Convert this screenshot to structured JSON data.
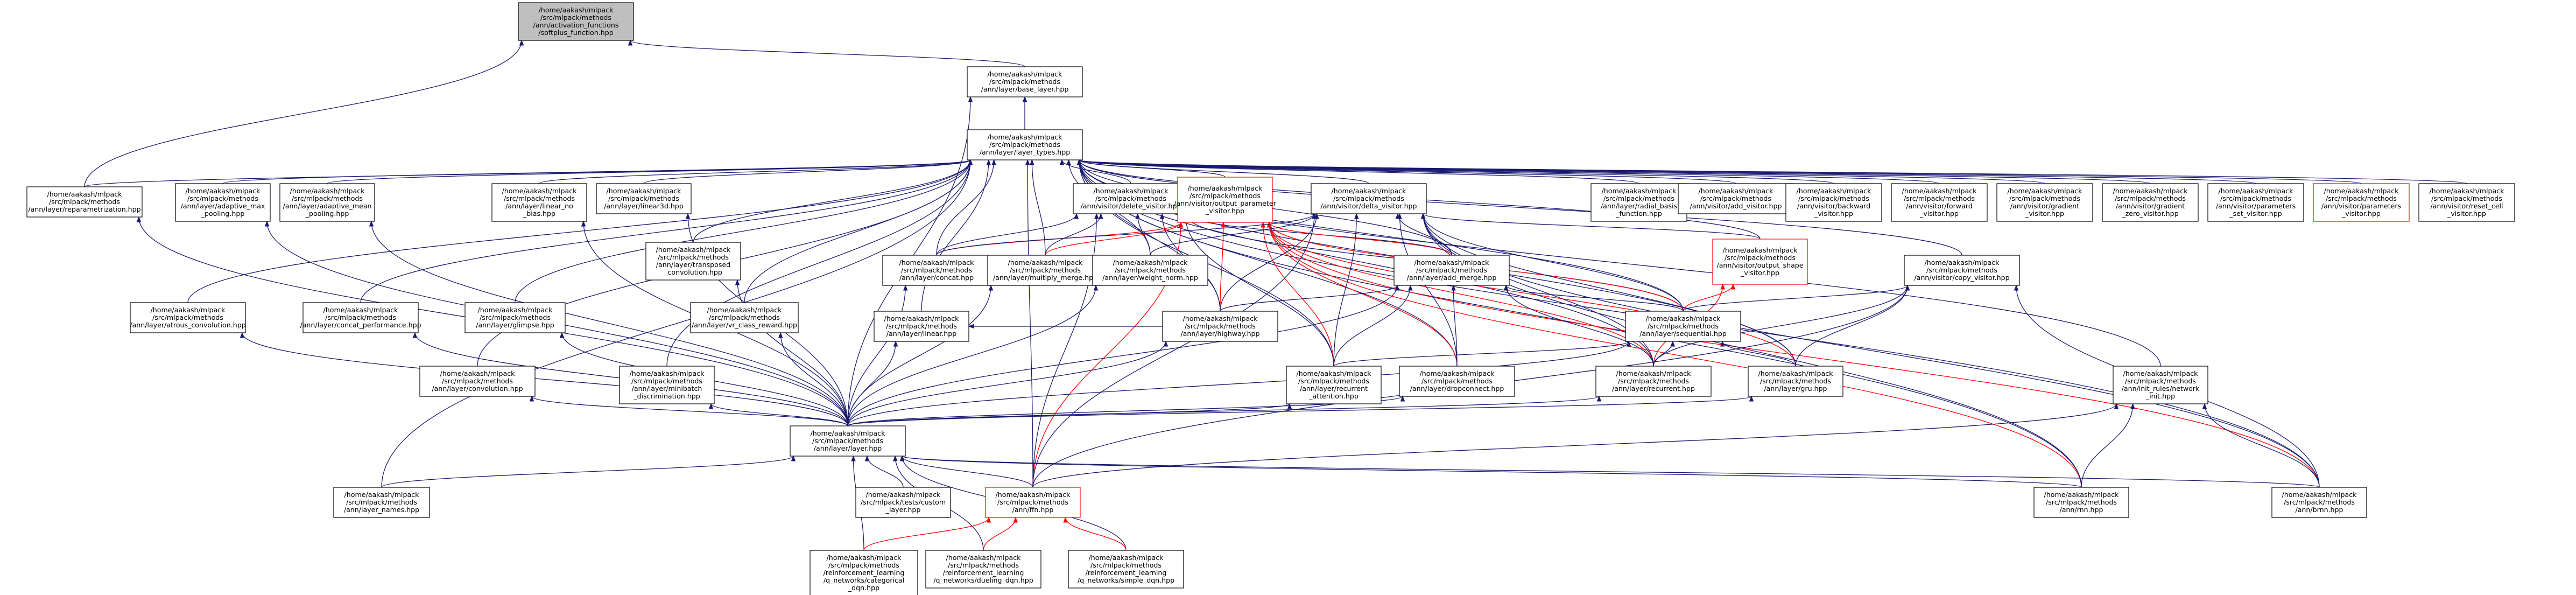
{
  "diagram": {
    "title": "",
    "nodes": [
      {
        "id": "root",
        "lines": [
          "/home/aakash/mlpack",
          "/src/mlpack/methods",
          "/ann/activation_functions",
          "/softplus_function.hpp"
        ],
        "style": "root"
      },
      {
        "id": "base_layer",
        "lines": [
          "/home/aakash/mlpack",
          "/src/mlpack/methods",
          "/ann/layer/base_layer.hpp"
        ]
      },
      {
        "id": "layer_types",
        "lines": [
          "/home/aakash/mlpack",
          "/src/mlpack/methods",
          "/ann/layer/layer_types.hpp"
        ]
      },
      {
        "id": "reparametrization",
        "lines": [
          "/home/aakash/mlpack",
          "/src/mlpack/methods",
          "/ann/layer/reparametrization.hpp"
        ]
      },
      {
        "id": "adaptive_max",
        "lines": [
          "/home/aakash/mlpack",
          "/src/mlpack/methods",
          "/ann/layer/adaptive_max",
          "_pooling.hpp"
        ]
      },
      {
        "id": "adaptive_mean",
        "lines": [
          "/home/aakash/mlpack",
          "/src/mlpack/methods",
          "/ann/layer/adaptive_mean",
          "_pooling.hpp"
        ]
      },
      {
        "id": "linear_no_bias",
        "lines": [
          "/home/aakash/mlpack",
          "/src/mlpack/methods",
          "/ann/layer/linear_no",
          "_bias.hpp"
        ]
      },
      {
        "id": "linear3d",
        "lines": [
          "/home/aakash/mlpack",
          "/src/mlpack/methods",
          "/ann/layer/linear3d.hpp"
        ]
      },
      {
        "id": "delete_visitor",
        "lines": [
          "/home/aakash/mlpack",
          "/src/mlpack/methods",
          "/ann/visitor/delete_visitor.hpp"
        ]
      },
      {
        "id": "output_parameter",
        "lines": [
          "/home/aakash/mlpack",
          "/src/mlpack/methods",
          "/ann/visitor/output_parameter",
          "_visitor.hpp"
        ],
        "style": "red"
      },
      {
        "id": "delta_visitor",
        "lines": [
          "/home/aakash/mlpack",
          "/src/mlpack/methods",
          "/ann/visitor/delta_visitor.hpp"
        ]
      },
      {
        "id": "radial_basis",
        "lines": [
          "/home/aakash/mlpack",
          "/src/mlpack/methods",
          "/ann/layer/radial_basis",
          "_function.hpp"
        ]
      },
      {
        "id": "add_visitor",
        "lines": [
          "/home/aakash/mlpack",
          "/src/mlpack/methods",
          "/ann/visitor/add_visitor.hpp"
        ]
      },
      {
        "id": "backward_visitor",
        "lines": [
          "/home/aakash/mlpack",
          "/src/mlpack/methods",
          "/ann/visitor/backward",
          "_visitor.hpp"
        ]
      },
      {
        "id": "forward_visitor",
        "lines": [
          "/home/aakash/mlpack",
          "/src/mlpack/methods",
          "/ann/visitor/forward",
          "_visitor.hpp"
        ]
      },
      {
        "id": "gradient_visitor",
        "lines": [
          "/home/aakash/mlpack",
          "/src/mlpack/methods",
          "/ann/visitor/gradient",
          "_visitor.hpp"
        ]
      },
      {
        "id": "gradient_zero",
        "lines": [
          "/home/aakash/mlpack",
          "/src/mlpack/methods",
          "/ann/visitor/gradient",
          "_zero_visitor.hpp"
        ]
      },
      {
        "id": "parameters_set",
        "lines": [
          "/home/aakash/mlpack",
          "/src/mlpack/methods",
          "/ann/visitor/parameters",
          "_set_visitor.hpp"
        ]
      },
      {
        "id": "parameters_visitor",
        "lines": [
          "/home/aakash/mlpack",
          "/src/mlpack/methods",
          "/ann/visitor/parameters",
          "_visitor.hpp"
        ],
        "style": "red"
      },
      {
        "id": "reset_cell",
        "lines": [
          "/home/aakash/mlpack",
          "/src/mlpack/methods",
          "/ann/visitor/reset_cell",
          "_visitor.hpp"
        ]
      },
      {
        "id": "transposed_conv",
        "lines": [
          "/home/aakash/mlpack",
          "/src/mlpack/methods",
          "/ann/layer/transposed",
          "_convolution.hpp"
        ]
      },
      {
        "id": "concat",
        "lines": [
          "/home/aakash/mlpack",
          "/src/mlpack/methods",
          "/ann/layer/concat.hpp"
        ]
      },
      {
        "id": "multiply_merge",
        "lines": [
          "/home/aakash/mlpack",
          "/src/mlpack/methods",
          "/ann/layer/multiply_merge.hpp"
        ]
      },
      {
        "id": "add_merge",
        "lines": [
          "/home/aakash/mlpack",
          "/src/mlpack/methods",
          "/ann/layer/add_merge.hpp"
        ]
      },
      {
        "id": "output_shape",
        "lines": [
          "/home/aakash/mlpack",
          "/src/mlpack/methods",
          "/ann/visitor/output_shape",
          "_visitor.hpp"
        ],
        "style": "red"
      },
      {
        "id": "copy_visitor",
        "lines": [
          "/home/aakash/mlpack",
          "/src/mlpack/methods",
          "/ann/visitor/copy_visitor.hpp"
        ]
      },
      {
        "id": "weight_norm",
        "lines": [
          "/home/aakash/mlpack",
          "/src/mlpack/methods",
          "/ann/layer/weight_norm.hpp"
        ]
      },
      {
        "id": "atrous",
        "lines": [
          "/home/aakash/mlpack",
          "/src/mlpack/methods",
          "/ann/layer/atrous_convolution.hpp"
        ]
      },
      {
        "id": "concat_performance",
        "lines": [
          "/home/aakash/mlpack",
          "/src/mlpack/methods",
          "/ann/layer/concat_performance.hpp"
        ]
      },
      {
        "id": "glimpse",
        "lines": [
          "/home/aakash/mlpack",
          "/src/mlpack/methods",
          "/ann/layer/glimpse.hpp"
        ]
      },
      {
        "id": "vr_class_reward",
        "lines": [
          "/home/aakash/mlpack",
          "/src/mlpack/methods",
          "/ann/layer/vr_class_reward.hpp"
        ]
      },
      {
        "id": "linear",
        "lines": [
          "/home/aakash/mlpack",
          "/src/mlpack/methods",
          "/ann/layer/linear.hpp"
        ]
      },
      {
        "id": "highway",
        "lines": [
          "/home/aakash/mlpack",
          "/src/mlpack/methods",
          "/ann/layer/highway.hpp"
        ]
      },
      {
        "id": "sequential",
        "lines": [
          "/home/aakash/mlpack",
          "/src/mlpack/methods",
          "/ann/layer/sequential.hpp"
        ]
      },
      {
        "id": "convolution",
        "lines": [
          "/home/aakash/mlpack",
          "/src/mlpack/methods",
          "/ann/layer/convolution.hpp"
        ]
      },
      {
        "id": "minibatch",
        "lines": [
          "/home/aakash/mlpack",
          "/src/mlpack/methods",
          "/ann/layer/minibatch",
          "_discrimination.hpp"
        ]
      },
      {
        "id": "recurrent_attention",
        "lines": [
          "/home/aakash/mlpack",
          "/src/mlpack/methods",
          "/ann/layer/recurrent",
          "_attention.hpp"
        ]
      },
      {
        "id": "dropconnect",
        "lines": [
          "/home/aakash/mlpack",
          "/src/mlpack/methods",
          "/ann/layer/dropconnect.hpp"
        ]
      },
      {
        "id": "recurrent",
        "lines": [
          "/home/aakash/mlpack",
          "/src/mlpack/methods",
          "/ann/layer/recurrent.hpp"
        ]
      },
      {
        "id": "gru",
        "lines": [
          "/home/aakash/mlpack",
          "/src/mlpack/methods",
          "/ann/layer/gru.hpp"
        ]
      },
      {
        "id": "layer",
        "lines": [
          "/home/aakash/mlpack",
          "/src/mlpack/methods",
          "/ann/layer/layer.hpp"
        ]
      },
      {
        "id": "init_rules",
        "lines": [
          "/home/aakash/mlpack",
          "/src/mlpack/methods",
          "/ann/init_rules/network",
          "_init.hpp"
        ]
      },
      {
        "id": "layer_names",
        "lines": [
          "/home/aakash/mlpack",
          "/src/mlpack/methods",
          "/ann/layer_names.hpp"
        ]
      },
      {
        "id": "custom_layer",
        "lines": [
          "/home/aakash/mlpack",
          "/src/mlpack/tests/custom",
          "_layer.hpp"
        ]
      },
      {
        "id": "ffn",
        "lines": [
          "/home/aakash/mlpack",
          "/src/mlpack/methods",
          "/ann/ffn.hpp"
        ],
        "style": "red"
      },
      {
        "id": "rnn",
        "lines": [
          "/home/aakash/mlpack",
          "/src/mlpack/methods",
          "/ann/rnn.hpp"
        ]
      },
      {
        "id": "brnn",
        "lines": [
          "/home/aakash/mlpack",
          "/src/mlpack/methods",
          "/ann/brnn.hpp"
        ]
      },
      {
        "id": "categorical_dqn",
        "lines": [
          "/home/aakash/mlpack",
          "/src/mlpack/methods",
          "/reinforcement_learning",
          "/q_networks/categorical",
          "_dqn.hpp"
        ]
      },
      {
        "id": "dueling_dqn",
        "lines": [
          "/home/aakash/mlpack",
          "/src/mlpack/methods",
          "/reinforcement_learning",
          "/q_networks/dueling_dqn.hpp"
        ]
      },
      {
        "id": "simple_dqn",
        "lines": [
          "/home/aakash/mlpack",
          "/src/mlpack/methods",
          "/reinforcement_learning",
          "/q_networks/simple_dqn.hpp"
        ]
      }
    ],
    "edges": [
      [
        "base_layer",
        "root"
      ],
      [
        "reparametrization",
        "root"
      ],
      [
        "layer_types",
        "base_layer"
      ],
      [
        "layer",
        "base_layer"
      ],
      [
        "reparametrization",
        "layer_types"
      ],
      [
        "adaptive_max",
        "layer_types"
      ],
      [
        "adaptive_mean",
        "layer_types"
      ],
      [
        "linear_no_bias",
        "layer_types"
      ],
      [
        "linear3d",
        "layer_types"
      ],
      [
        "delete_visitor",
        "layer_types"
      ],
      [
        "output_parameter",
        "layer_types"
      ],
      [
        "delta_visitor",
        "layer_types"
      ],
      [
        "radial_basis",
        "layer_types"
      ],
      [
        "add_visitor",
        "layer_types"
      ],
      [
        "backward_visitor",
        "layer_types"
      ],
      [
        "forward_visitor",
        "layer_types"
      ],
      [
        "gradient_visitor",
        "layer_types"
      ],
      [
        "gradient_zero",
        "layer_types"
      ],
      [
        "parameters_set",
        "layer_types"
      ],
      [
        "parameters_visitor",
        "layer_types"
      ],
      [
        "reset_cell",
        "layer_types"
      ],
      [
        "transposed_conv",
        "layer_types"
      ],
      [
        "concat",
        "layer_types"
      ],
      [
        "multiply_merge",
        "layer_types"
      ],
      [
        "add_merge",
        "layer_types"
      ],
      [
        "sequential",
        "layer_types"
      ],
      [
        "weight_norm",
        "layer_types"
      ],
      [
        "atrous",
        "layer_types"
      ],
      [
        "concat_performance",
        "layer_types"
      ],
      [
        "glimpse",
        "layer_types"
      ],
      [
        "vr_class_reward",
        "layer_types"
      ],
      [
        "linear",
        "layer_types"
      ],
      [
        "highway",
        "layer_types"
      ],
      [
        "convolution",
        "layer_types"
      ],
      [
        "minibatch",
        "layer_types"
      ],
      [
        "recurrent_attention",
        "layer_types"
      ],
      [
        "dropconnect",
        "layer_types"
      ],
      [
        "recurrent",
        "layer_types"
      ],
      [
        "gru",
        "layer_types"
      ],
      [
        "init_rules",
        "layer_types"
      ],
      [
        "ffn",
        "layer_types"
      ],
      [
        "rnn",
        "layer_types"
      ],
      [
        "brnn",
        "layer_types"
      ],
      [
        "layer_names",
        "layer_types"
      ],
      [
        "copy_visitor",
        "layer_types"
      ],
      [
        "output_shape",
        "layer_types"
      ],
      [
        "concat",
        "delete_visitor"
      ],
      [
        "multiply_merge",
        "delete_visitor"
      ],
      [
        "add_merge",
        "delete_visitor"
      ],
      [
        "weight_norm",
        "delete_visitor"
      ],
      [
        "highway",
        "delete_visitor"
      ],
      [
        "sequential",
        "delete_visitor"
      ],
      [
        "recurrent_attention",
        "delete_visitor"
      ],
      [
        "ffn",
        "delete_visitor"
      ],
      [
        "concat",
        "output_parameter"
      ],
      [
        "multiply_merge",
        "output_parameter"
      ],
      [
        "add_merge",
        "output_parameter"
      ],
      [
        "highway",
        "output_parameter"
      ],
      [
        "sequential",
        "output_parameter"
      ],
      [
        "recurrent_attention",
        "output_parameter"
      ],
      [
        "dropconnect",
        "output_parameter"
      ],
      [
        "recurrent",
        "output_parameter"
      ],
      [
        "gru",
        "output_parameter"
      ],
      [
        "ffn",
        "output_parameter"
      ],
      [
        "rnn",
        "output_parameter"
      ],
      [
        "brnn",
        "output_parameter"
      ],
      [
        "concat",
        "delta_visitor"
      ],
      [
        "add_merge",
        "delta_visitor"
      ],
      [
        "highway",
        "delta_visitor"
      ],
      [
        "sequential",
        "delta_visitor"
      ],
      [
        "recurrent_attention",
        "delta_visitor"
      ],
      [
        "dropconnect",
        "delta_visitor"
      ],
      [
        "recurrent",
        "delta_visitor"
      ],
      [
        "gru",
        "delta_visitor"
      ],
      [
        "ffn",
        "delta_visitor"
      ],
      [
        "rnn",
        "delta_visitor"
      ],
      [
        "brnn",
        "delta_visitor"
      ],
      [
        "weight_norm",
        "delta_visitor"
      ],
      [
        "output_shape",
        "delta_visitor"
      ],
      [
        "sequential",
        "output_shape"
      ],
      [
        "recurrent",
        "output_shape"
      ],
      [
        "sequential",
        "copy_visitor"
      ],
      [
        "recurrent",
        "copy_visitor"
      ],
      [
        "gru",
        "copy_visitor"
      ],
      [
        "ffn",
        "copy_visitor"
      ],
      [
        "brnn",
        "copy_visitor"
      ],
      [
        "recurrent_attention",
        "add_merge"
      ],
      [
        "dropconnect",
        "add_merge"
      ],
      [
        "sequential",
        "add_merge"
      ],
      [
        "highway",
        "add_merge"
      ],
      [
        "layer",
        "add_merge"
      ],
      [
        "recurrent",
        "add_merge"
      ],
      [
        "highway",
        "linear"
      ],
      [
        "recurrent_attention",
        "sequential"
      ],
      [
        "recurrent",
        "sequential"
      ],
      [
        "gru",
        "sequential"
      ],
      [
        "layer",
        "reparametrization"
      ],
      [
        "layer",
        "adaptive_max"
      ],
      [
        "layer",
        "adaptive_mean"
      ],
      [
        "layer",
        "linear_no_bias"
      ],
      [
        "layer",
        "linear3d"
      ],
      [
        "layer",
        "transposed_conv"
      ],
      [
        "layer",
        "concat"
      ],
      [
        "layer",
        "multiply_merge"
      ],
      [
        "layer",
        "weight_norm"
      ],
      [
        "layer",
        "atrous"
      ],
      [
        "layer",
        "concat_performance"
      ],
      [
        "layer",
        "glimpse"
      ],
      [
        "layer",
        "vr_class_reward"
      ],
      [
        "layer",
        "linear"
      ],
      [
        "layer",
        "highway"
      ],
      [
        "layer",
        "sequential"
      ],
      [
        "layer",
        "convolution"
      ],
      [
        "layer",
        "minibatch"
      ],
      [
        "layer",
        "recurrent_attention"
      ],
      [
        "layer",
        "dropconnect"
      ],
      [
        "layer",
        "recurrent"
      ],
      [
        "layer",
        "gru"
      ],
      [
        "ffn",
        "init_rules"
      ],
      [
        "rnn",
        "init_rules"
      ],
      [
        "brnn",
        "init_rules"
      ],
      [
        "layer_names",
        "layer"
      ],
      [
        "custom_layer",
        "layer"
      ],
      [
        "ffn",
        "layer"
      ],
      [
        "rnn",
        "layer"
      ],
      [
        "brnn",
        "layer"
      ],
      [
        "categorical_dqn",
        "layer"
      ],
      [
        "dueling_dqn",
        "layer"
      ],
      [
        "simple_dqn",
        "layer"
      ],
      [
        "categorical_dqn",
        "ffn"
      ],
      [
        "dueling_dqn",
        "ffn"
      ],
      [
        "simple_dqn",
        "ffn"
      ]
    ]
  }
}
